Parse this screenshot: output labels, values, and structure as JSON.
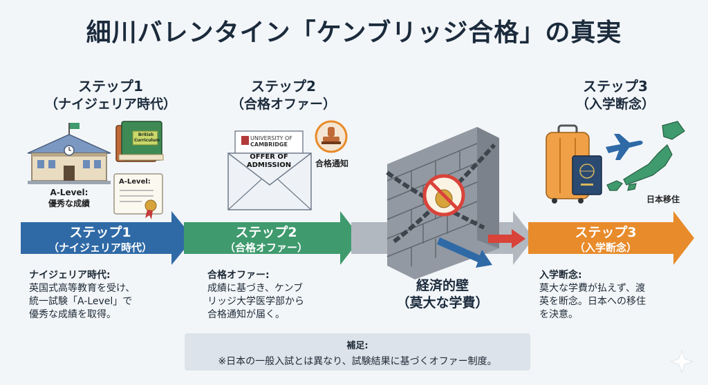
{
  "title": "細川バレンタイン「ケンブリッジ合格」の真実",
  "steps": [
    {
      "heading": "ステップ1",
      "subheading": "（ナイジェリア時代）",
      "arrow_title": "ステップ1",
      "arrow_sub": "（ナイジェリア時代）",
      "desc_head": "ナイジェリア時代:",
      "desc_lines": [
        "英国式高等教育を受け、",
        "統一試験「A-Level」で",
        "優秀な成績を取得。"
      ],
      "color": "#2f6aa7"
    },
    {
      "heading": "ステップ2",
      "subheading": "（合格オファー）",
      "arrow_title": "ステップ2",
      "arrow_sub": "（合格オファー）",
      "desc_head": "合格オファー:",
      "desc_lines": [
        "成績に基づき、ケンブ",
        "リッジ大学医学部から",
        "合格通知が届く。"
      ],
      "color": "#3f9a6e"
    },
    {
      "heading": "ステップ3",
      "subheading": "（入学断念）",
      "arrow_title": "ステップ3",
      "arrow_sub": "（入学断念）",
      "desc_head": "入学断念:",
      "desc_lines": [
        "莫大な学費が払えず、渡",
        "英を断念。日本への移住",
        "を決意。"
      ],
      "color": "#e88b2b"
    }
  ],
  "icons": {
    "book_text": [
      "British",
      "Curriculum"
    ],
    "certificate_text": "A-Level:",
    "school_caption": [
      "A-Level:",
      "優秀な成績"
    ],
    "letter_university": [
      "UNIVERSITY OF",
      "CAMBRIDGE"
    ],
    "letter_offer": [
      "OFFER OF",
      "ADMISSION"
    ],
    "stamp_caption": "合格通知",
    "japan_caption": "日本移住"
  },
  "wall": {
    "label": "経済的壁",
    "sublabel": "（莫大な学費）"
  },
  "note": {
    "heading": "補足:",
    "body": "※日本の一般入試とは異なり、試験結果に基づくオファー制度。"
  },
  "colors": {
    "blue": "#2f6aa7",
    "green": "#3f9a6e",
    "orange": "#e88b2b",
    "gray": "#a8b0b8",
    "red": "#d9433a",
    "background": "#f3f6f9"
  }
}
